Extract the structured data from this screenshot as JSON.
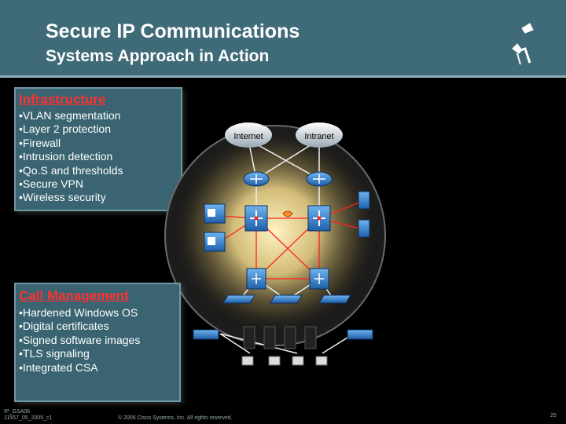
{
  "header": {
    "title": "Secure IP Communications",
    "subtitle": "Systems Approach in Action"
  },
  "logo_icon": "cisco-bridge-logo-icon",
  "infrastructure": {
    "heading": "Infrastructure",
    "items": [
      "VLAN segmentation",
      "Layer 2 protection",
      "Firewall",
      "Intrusion detection",
      "Qo.S and thresholds",
      "Secure VPN",
      "Wireless security"
    ]
  },
  "call_management": {
    "heading": "Call Management",
    "items": [
      "Hardened Windows OS",
      "Digital certificates",
      "Signed software images",
      "TLS signaling",
      "Integrated CSA"
    ]
  },
  "diagram": {
    "clouds": [
      "Internet",
      "Intranet"
    ],
    "icons": [
      "cloud-icon",
      "router-icon",
      "multilayer-switch-icon",
      "firewall-icon",
      "ip-phone-icon",
      "server-icon",
      "pc-icon",
      "access-point-icon",
      "call-manager-icon"
    ]
  },
  "footer": {
    "doc_id_1": "IP_GSA06",
    "doc_id_2": "11557_05_2005_c1",
    "copyright": "© 2005 Cisco Systems, Inc. All rights reserved.",
    "page": "25"
  },
  "colors": {
    "header_bg": "#3f6a78",
    "box_bg": "#3a6471",
    "heading": "#ff3030",
    "glow": "#ffe8a0",
    "link_red": "#ff2020"
  }
}
